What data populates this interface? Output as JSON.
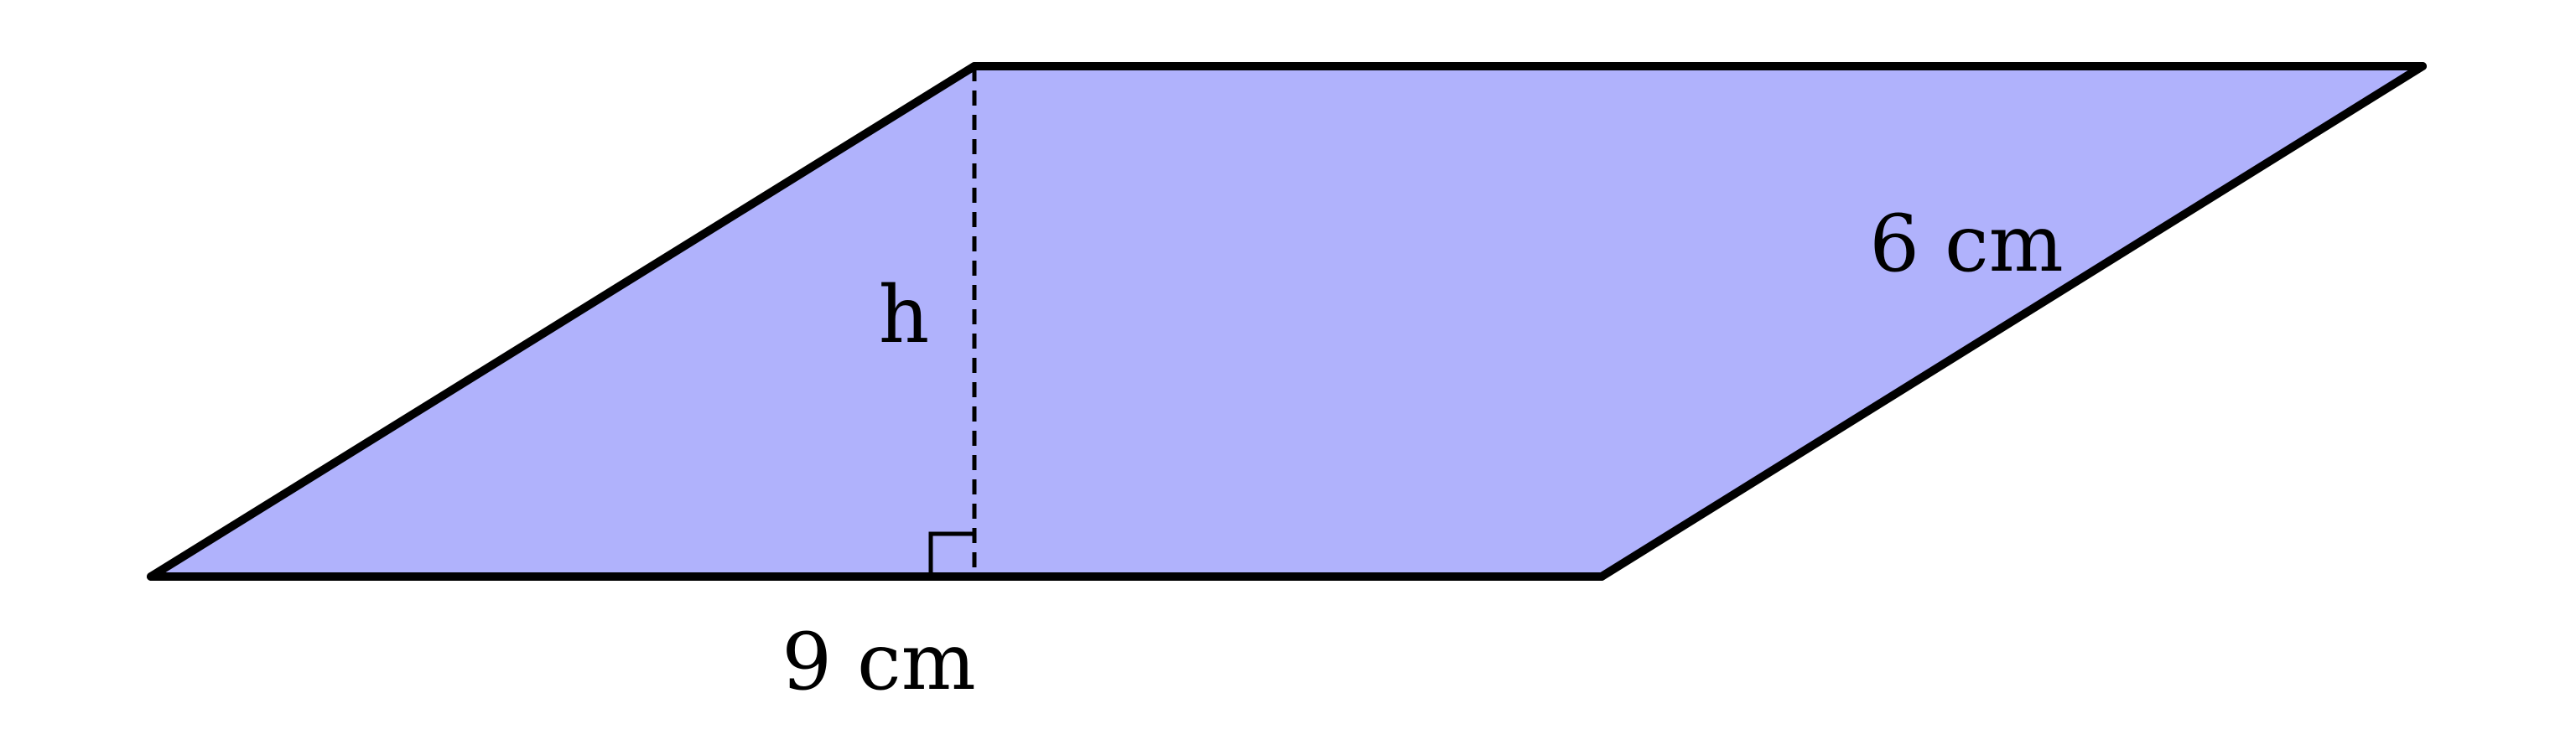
{
  "figure": {
    "shape": "parallelogram",
    "fill_color": "#b0b2fc",
    "stroke_color": "#000000",
    "labels": {
      "base": "9 cm",
      "side": "6 cm",
      "height": "h"
    },
    "height_line_style": "dashed",
    "right_angle_marker": true
  }
}
